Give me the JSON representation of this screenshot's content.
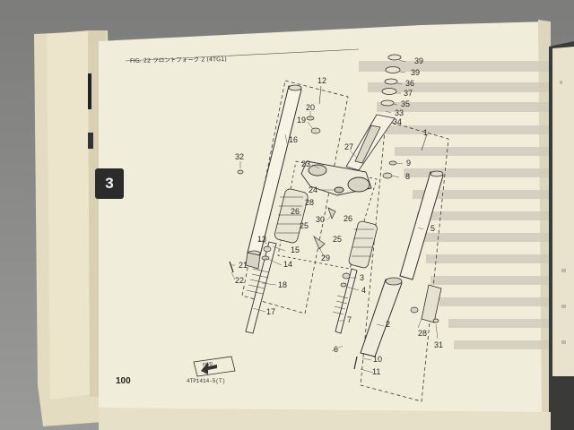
{
  "page": {
    "figure_title": "FIG. 22 フロントフォーク 2 (4TG1)",
    "page_number": "100",
    "section_tab": "3",
    "direction_mark": "FWD",
    "part_code": "4TP1414-5(T)"
  },
  "callouts": [
    "39",
    "39",
    "36",
    "37",
    "35",
    "33",
    "34",
    "12",
    "20",
    "19",
    "16",
    "1",
    "27",
    "9",
    "8",
    "32",
    "23",
    "24",
    "28",
    "30",
    "26",
    "25",
    "26",
    "25",
    "5",
    "13",
    "14",
    "15",
    "29",
    "21",
    "22",
    "18",
    "17",
    "3",
    "4",
    "7",
    "2",
    "28",
    "31",
    "6",
    "10",
    "11"
  ],
  "colors": {
    "paper": "#f1eddb",
    "ink": "#2a2a2a",
    "section_tab": "#2b2b2b",
    "background": "#8a8a88"
  }
}
